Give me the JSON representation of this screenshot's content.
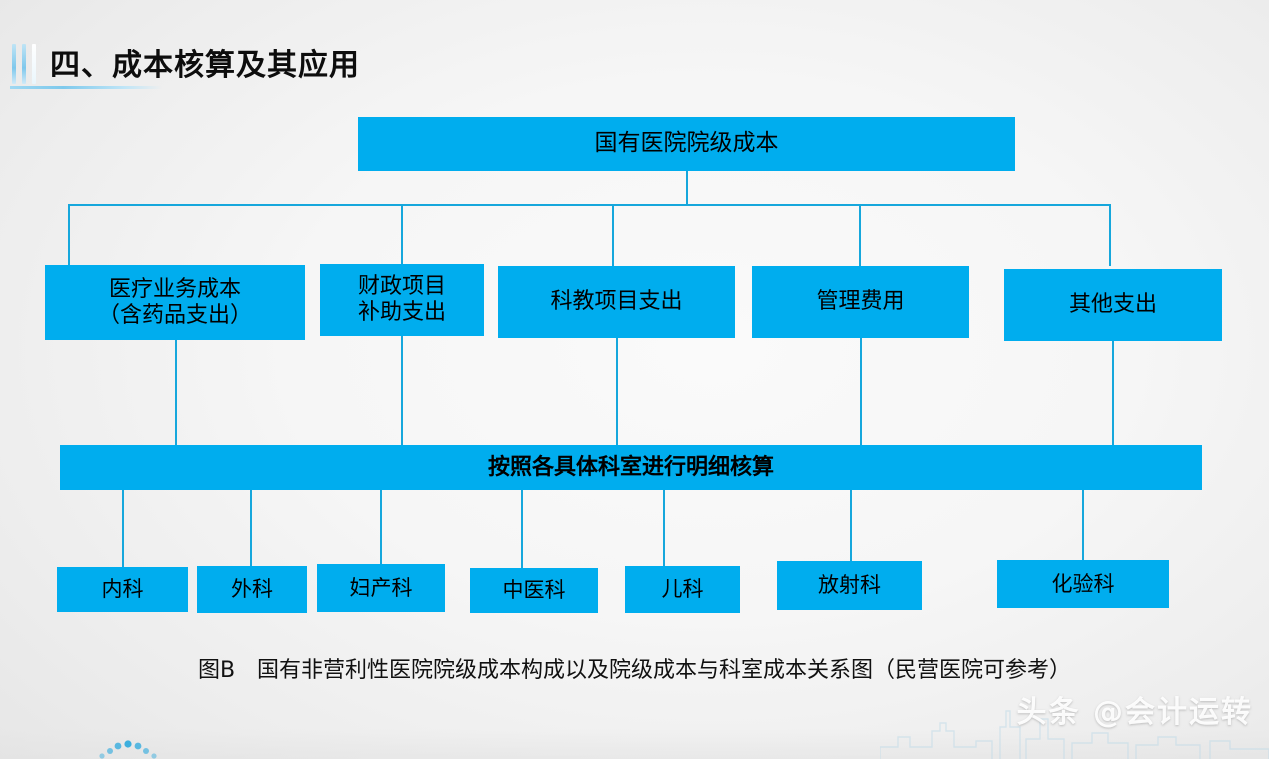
{
  "slide": {
    "title": "四、成本核算及其应用",
    "accent_color": "#00ADEE",
    "connector_color": "#16A7DC",
    "title_accent_color": "#7FC8EC",
    "background": "#f4f4f4"
  },
  "diagram": {
    "root": {
      "label": "国有医院院级成本"
    },
    "level2": [
      {
        "label_line1": "医疗业务成本",
        "label_line2": "（含药品支出）"
      },
      {
        "label_line1": "财政项目",
        "label_line2": "补助支出"
      },
      {
        "label_line1": "科教项目支出",
        "label_line2": ""
      },
      {
        "label_line1": "管理费用",
        "label_line2": ""
      },
      {
        "label_line1": "其他支出",
        "label_line2": ""
      }
    ],
    "detail_bar": {
      "label": "按照各具体科室进行明细核算"
    },
    "departments": [
      {
        "label": "内科"
      },
      {
        "label": "外科"
      },
      {
        "label": "妇产科"
      },
      {
        "label": "中医科"
      },
      {
        "label": "儿科"
      },
      {
        "label": "放射科"
      },
      {
        "label": "化验科"
      }
    ]
  },
  "caption": {
    "text": "图B　国有非营利性医院院级成本构成以及院级成本与科室成本关系图（民营医院可参考）"
  },
  "watermark": {
    "text": "头条 @会计运转"
  }
}
